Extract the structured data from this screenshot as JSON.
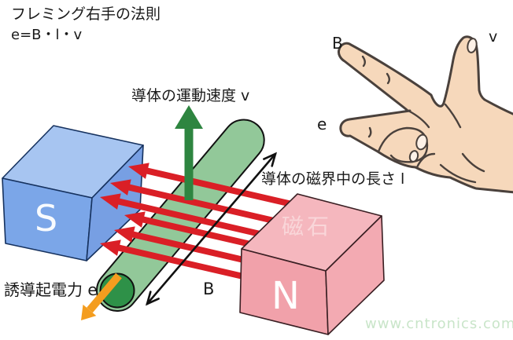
{
  "header": {
    "title": "フレミング右手の法則",
    "equation": "e=B・l・v"
  },
  "hand": {
    "label_b": "B",
    "label_v": "v",
    "label_e": "e"
  },
  "diagram": {
    "velocity_label": "導体の運動速度 v",
    "length_label": "導体の磁界中の長さ l",
    "emf_label": "誘導起電力 e",
    "field_label": "B",
    "magnet_label": "磁石",
    "south_pole": "S",
    "north_pole": "N"
  },
  "watermark": "www.cntronics.com",
  "colors": {
    "south_magnet_front": "#7ba6e8",
    "south_magnet_top": "#a7c5f1",
    "north_magnet_front": "#f1a1aa",
    "north_magnet_top": "#f5b7be",
    "conductor_body": "#92c899",
    "conductor_end": "#2e9148",
    "field_arrow": "#da1f26",
    "velocity_arrow": "#2e8540",
    "emf_arrow": "#f49d1f",
    "skin": "#f6d8bb",
    "watermark": "#c9e5c9"
  }
}
